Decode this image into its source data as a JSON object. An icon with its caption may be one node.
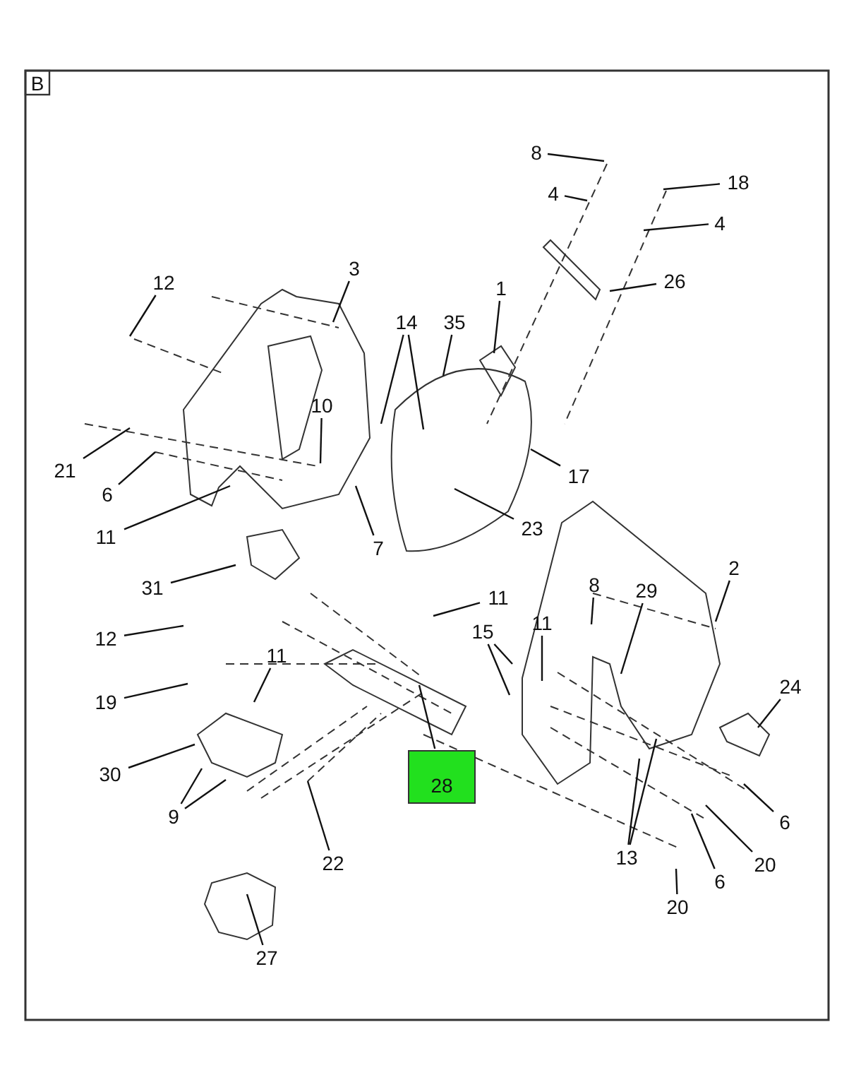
{
  "diagram": {
    "nodes": [
      {
        "text": [
          "8"
        ]
      },
      {
        "text": [
          "18"
        ]
      },
      {
        "text": [
          "4"
        ]
      },
      {
        "text": [
          "4"
        ]
      },
      {
        "text": [
          "3"
        ]
      },
      {
        "text": [
          "26"
        ]
      },
      {
        "text": [
          "12"
        ]
      },
      {
        "text": [
          "1"
        ]
      },
      {
        "text": [
          "14"
        ]
      },
      {
        "text": [
          "35"
        ]
      },
      {
        "text": [
          "10"
        ]
      },
      {
        "text": [
          "21"
        ]
      },
      {
        "text": [
          "17"
        ]
      },
      {
        "text": [
          "6"
        ]
      },
      {
        "text": [
          "23"
        ]
      },
      {
        "text": [
          "11"
        ]
      },
      {
        "text": [
          "7"
        ]
      },
      {
        "text": [
          "2"
        ]
      },
      {
        "text": [
          "8"
        ]
      },
      {
        "text": [
          "31"
        ]
      },
      {
        "text": [
          "29"
        ]
      },
      {
        "text": [
          "11"
        ]
      },
      {
        "text": [
          "11"
        ]
      },
      {
        "text": [
          "15"
        ]
      },
      {
        "text": [
          "12"
        ]
      },
      {
        "text": [
          "11"
        ]
      },
      {
        "text": [
          "24"
        ]
      },
      {
        "text": [
          "19"
        ]
      },
      {
        "text": [
          "30"
        ]
      },
      {
        "text": [
          "28"
        ]
      },
      {
        "text": [
          "9"
        ]
      },
      {
        "text": [
          "6"
        ]
      },
      {
        "text": [
          "13"
        ]
      },
      {
        "text": [
          "22"
        ]
      },
      {
        "text": [
          "20"
        ]
      },
      {
        "text": [
          "6"
        ]
      },
      {
        "text": [
          "20"
        ]
      },
      {
        "text": [
          "27"
        ]
      }
    ],
    "edges": [
      {
        "from": 0,
        "to": null,
        "arrow": "none"
      },
      {
        "from": 1,
        "to": null,
        "arrow": "none"
      },
      {
        "from": 2,
        "to": null,
        "arrow": "none"
      },
      {
        "from": 3,
        "to": null,
        "arrow": "none"
      },
      {
        "from": 4,
        "to": null,
        "arrow": "none"
      },
      {
        "from": 5,
        "to": null,
        "arrow": "none"
      },
      {
        "from": 6,
        "to": null,
        "arrow": "none"
      },
      {
        "from": 7,
        "to": null,
        "arrow": "none"
      },
      {
        "from": 8,
        "to": null,
        "arrow": "none"
      },
      {
        "from": 8,
        "to": null,
        "arrow": "none"
      },
      {
        "from": 9,
        "to": null,
        "arrow": "none"
      },
      {
        "from": 10,
        "to": null,
        "arrow": "none"
      },
      {
        "from": 11,
        "to": null,
        "arrow": "none"
      },
      {
        "from": 12,
        "to": null,
        "arrow": "none"
      },
      {
        "from": 13,
        "to": null,
        "arrow": "none"
      },
      {
        "from": 14,
        "to": null,
        "arrow": "none"
      },
      {
        "from": 15,
        "to": null,
        "arrow": "none"
      },
      {
        "from": 16,
        "to": null,
        "arrow": "none"
      },
      {
        "from": 17,
        "to": null,
        "arrow": "none"
      },
      {
        "from": 18,
        "to": null,
        "arrow": "none"
      },
      {
        "from": 19,
        "to": null,
        "arrow": "none"
      },
      {
        "from": 20,
        "to": null,
        "arrow": "none"
      },
      {
        "from": 21,
        "to": null,
        "arrow": "none"
      },
      {
        "from": 22,
        "to": null,
        "arrow": "none"
      },
      {
        "from": 23,
        "to": null,
        "arrow": "none"
      },
      {
        "from": 23,
        "to": null,
        "arrow": "none"
      },
      {
        "from": 24,
        "to": null,
        "arrow": "none"
      },
      {
        "from": 25,
        "to": null,
        "arrow": "none"
      },
      {
        "from": 26,
        "to": null,
        "arrow": "none"
      },
      {
        "from": 27,
        "to": null,
        "arrow": "none"
      },
      {
        "from": 28,
        "to": null,
        "arrow": "none"
      },
      {
        "from": 29,
        "to": null,
        "arrow": "none"
      },
      {
        "from": 30,
        "to": null,
        "arrow": "none"
      },
      {
        "from": 30,
        "to": null,
        "arrow": "none"
      },
      {
        "from": 31,
        "to": null,
        "arrow": "none"
      },
      {
        "from": 32,
        "to": null,
        "arrow": "none"
      },
      {
        "from": 32,
        "to": null,
        "arrow": "none"
      },
      {
        "from": 33,
        "to": null,
        "arrow": "none"
      },
      {
        "from": 34,
        "to": null,
        "arrow": "none"
      },
      {
        "from": 35,
        "to": null,
        "arrow": "none"
      },
      {
        "from": 36,
        "to": null,
        "arrow": "none"
      },
      {
        "from": 37,
        "to": null,
        "arrow": "none"
      }
    ],
    "labels": [
      "B"
    ]
  }
}
